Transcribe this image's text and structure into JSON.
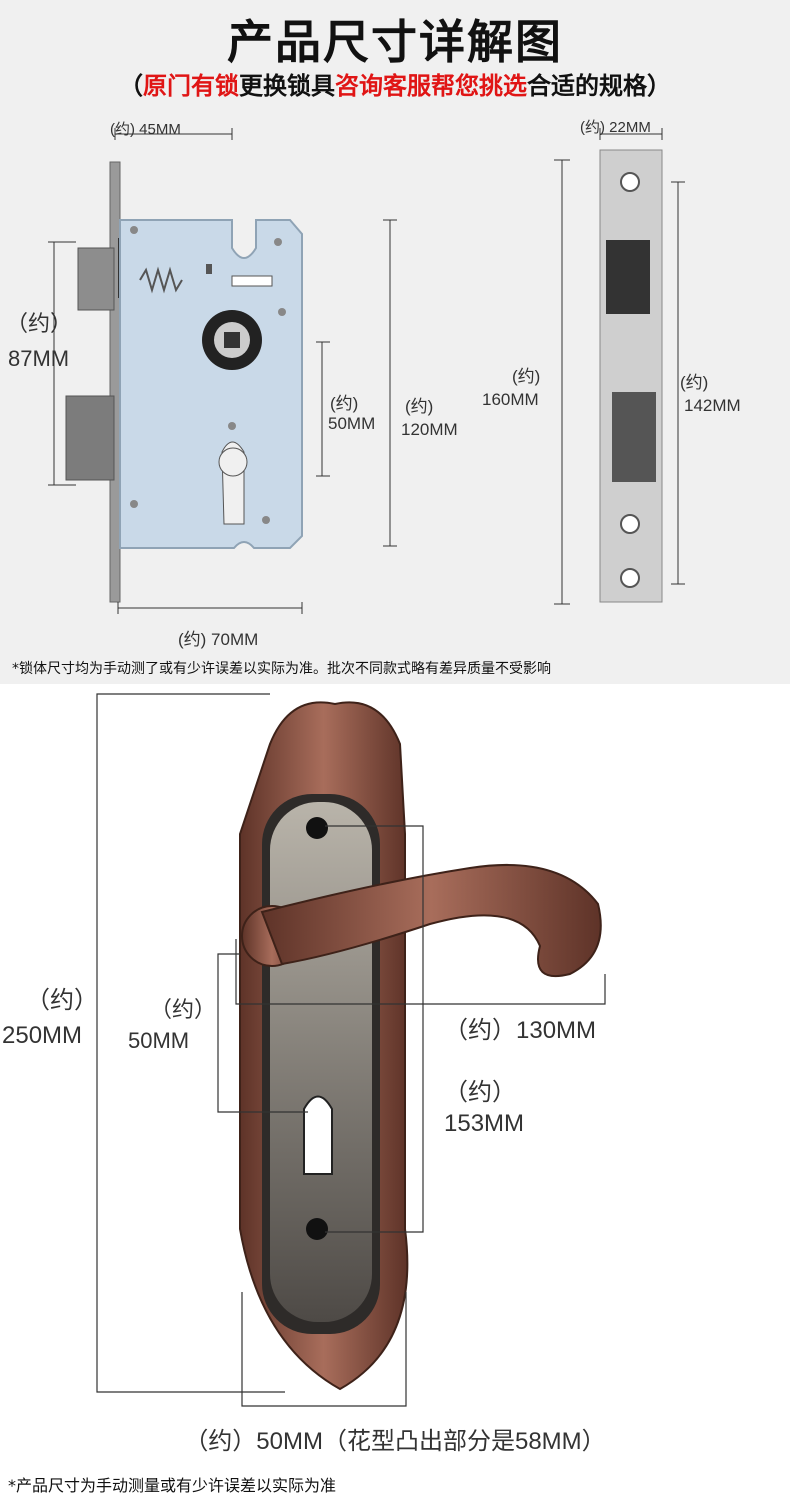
{
  "header": {
    "title": "产品尺寸详解图",
    "subtitle_open": "（",
    "subtitle_red1": "原门有锁",
    "subtitle_black1": "更换锁具",
    "subtitle_red2": "咨询客服帮您挑选",
    "subtitle_black2": "合适的规格",
    "subtitle_close": "）"
  },
  "lock_body": {
    "width_top": "(约) 45MM",
    "height_left_1": "（约）",
    "height_left_2": "87MM",
    "hole_1": "(约)",
    "hole_2": "50MM",
    "body_1": "(约)",
    "body_2": "120MM",
    "width_bottom": "(约) 70MM"
  },
  "strike_plate": {
    "width_top": "(约) 22MM",
    "length_1": "(约)",
    "length_2": "160MM",
    "holes_1": "(约)",
    "holes_2": "142MM"
  },
  "note_top": "*锁体尺寸均为手动测了或有少许误差以实际为准。批次不同款式略有差异质量不受影响",
  "handle": {
    "total_1": "（约）",
    "total_2": "250MM",
    "center_1": "（约）",
    "center_2": "50MM",
    "lever": "（约）130MM",
    "holes_1": "（约）",
    "holes_2": "153MM",
    "width": "（约）50MM（花型凸出部分是58MM）"
  },
  "note_bottom": "*产品尺寸为手动测量或有少许误差以实际为准",
  "colors": {
    "accent_red": "#e01515",
    "lock_plate": "#c9d9e8",
    "handle_copper": "#8a5546",
    "handle_steel": "#6d6862"
  }
}
